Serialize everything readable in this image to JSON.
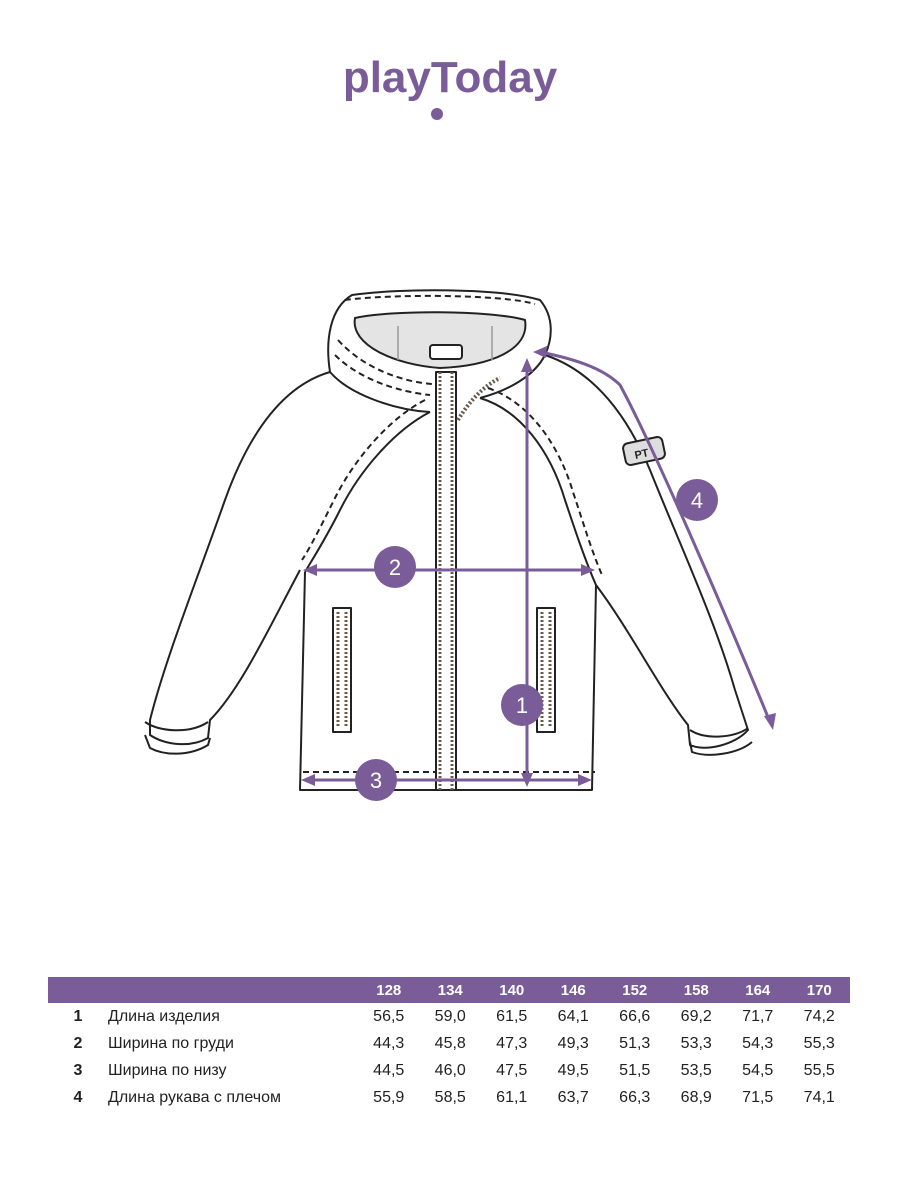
{
  "brand": {
    "name": "playToday",
    "color": "#7a5c98"
  },
  "diagram": {
    "markers": [
      "1",
      "2",
      "3",
      "4"
    ],
    "marker_color": "#7a5c98",
    "patch_text": "PT"
  },
  "table": {
    "sizes": [
      "128",
      "134",
      "140",
      "146",
      "152",
      "158",
      "164",
      "170"
    ],
    "rows": [
      {
        "num": "1",
        "label": "Длина изделия",
        "values": [
          "56,5",
          "59,0",
          "61,5",
          "64,1",
          "66,6",
          "69,2",
          "71,7",
          "74,2"
        ]
      },
      {
        "num": "2",
        "label": "Ширина по груди",
        "values": [
          "44,3",
          "45,8",
          "47,3",
          "49,3",
          "51,3",
          "53,3",
          "54,3",
          "55,3"
        ]
      },
      {
        "num": "3",
        "label": "Ширина по низу",
        "values": [
          "44,5",
          "46,0",
          "47,5",
          "49,5",
          "51,5",
          "53,5",
          "54,5",
          "55,5"
        ]
      },
      {
        "num": "4",
        "label": "Длина рукава с плечом",
        "values": [
          "55,9",
          "58,5",
          "61,1",
          "63,7",
          "66,3",
          "68,9",
          "71,5",
          "74,1"
        ]
      }
    ]
  }
}
